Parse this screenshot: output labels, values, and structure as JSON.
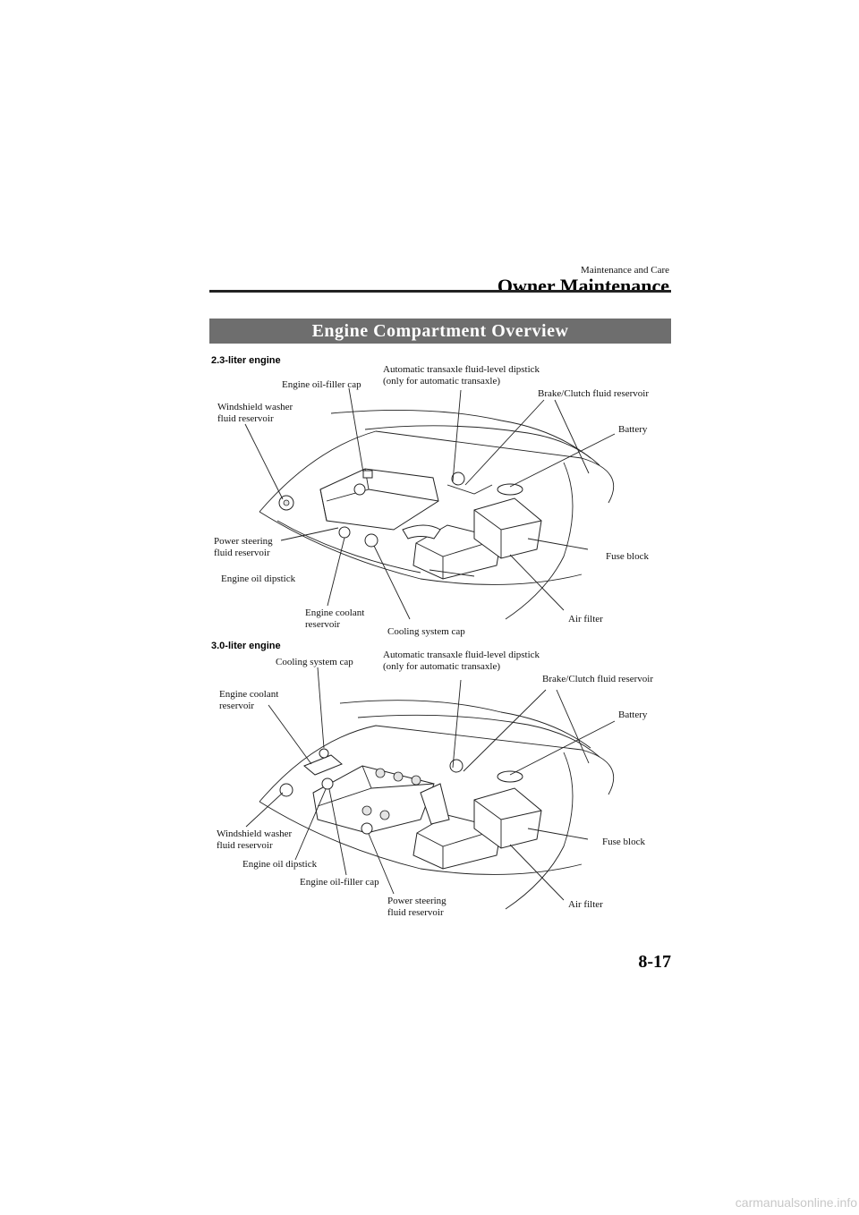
{
  "header": {
    "section": "Maintenance and Care",
    "chapter": "Owner Maintenance"
  },
  "banner": {
    "title": "Engine Compartment Overview"
  },
  "diagram_23": {
    "heading": "2.3-liter engine",
    "labels": {
      "oil_filler_cap": "Engine oil-filler cap",
      "atf_dipstick": "Automatic transaxle fluid-level dipstick\n(only for automatic transaxle)",
      "brake_clutch": "Brake/Clutch fluid reservoir",
      "washer": "Windshield washer\nfluid reservoir",
      "battery": "Battery",
      "power_steering": "Power steering\nfluid reservoir",
      "fuse_block": "Fuse block",
      "oil_dipstick": "Engine oil dipstick",
      "coolant_reservoir": "Engine coolant\nreservoir",
      "cooling_cap": "Cooling system cap",
      "air_filter": "Air filter"
    }
  },
  "diagram_30": {
    "heading": "3.0-liter engine",
    "labels": {
      "cooling_cap": "Cooling system cap",
      "atf_dipstick": "Automatic transaxle fluid-level dipstick\n(only for automatic transaxle)",
      "brake_clutch": "Brake/Clutch fluid reservoir",
      "coolant_reservoir": "Engine coolant\nreservoir",
      "battery": "Battery",
      "washer": "Windshield washer\nfluid reservoir",
      "fuse_block": "Fuse block",
      "oil_dipstick": "Engine oil dipstick",
      "oil_filler_cap": "Engine oil-filler cap",
      "power_steering": "Power steering\nfluid reservoir",
      "air_filter": "Air filter"
    }
  },
  "footer": {
    "page_number": "8-17",
    "watermark": "carmanualsonline.info"
  }
}
